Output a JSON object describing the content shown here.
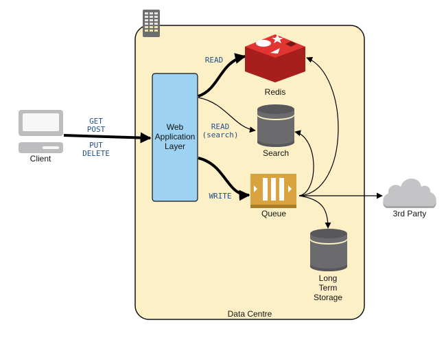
{
  "diagram": {
    "container": {
      "label": "Data Centre",
      "icon": "building-icon",
      "fill": "#fdf0c6"
    },
    "nodes": {
      "client": {
        "label": "Client",
        "icon": "desktop-computer-icon"
      },
      "web_app": {
        "label_lines": [
          "Web",
          "Application",
          "Layer"
        ],
        "fill": "#9dd2f2"
      },
      "redis": {
        "label": "Redis",
        "icon": "redis-icon",
        "color": "#d52a25"
      },
      "search": {
        "label": "Search",
        "icon": "database-cylinder-icon"
      },
      "queue": {
        "label": "Queue",
        "icon": "queue-icon",
        "color": "#d9a43f"
      },
      "storage": {
        "label_lines": [
          "Long",
          "Term",
          "Storage"
        ],
        "icon": "database-cylinder-icon"
      },
      "third_party": {
        "label": "3rd Party",
        "icon": "cloud-icon"
      }
    },
    "edges": {
      "client_to_web": {
        "labels": [
          "GET",
          "POST",
          "PUT",
          "DELETE"
        ]
      },
      "web_to_redis": {
        "label": "READ"
      },
      "web_to_search": {
        "label_lines": [
          "READ",
          "(search)"
        ]
      },
      "web_to_queue": {
        "label": "WRITE"
      },
      "queue_to_redis": {
        "label": ""
      },
      "queue_to_search": {
        "label": ""
      },
      "queue_to_storage": {
        "label": ""
      },
      "queue_to_third_party": {
        "label": ""
      }
    },
    "colors": {
      "label_blue": "#24508c",
      "cylinder": "#6b6b6d",
      "cylinder_top": "#58585a",
      "cloud": "#c4c4c6"
    }
  }
}
